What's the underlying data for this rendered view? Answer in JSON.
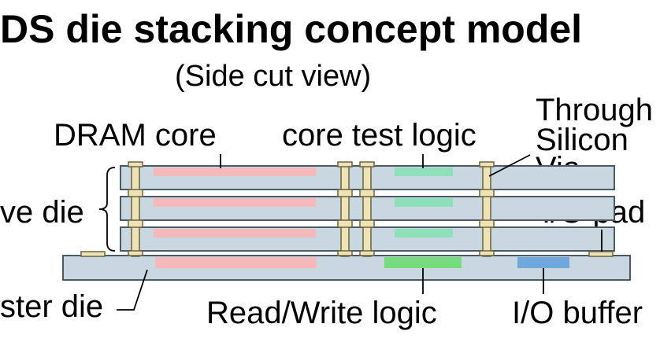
{
  "title": "DS die stacking concept model",
  "subtitle": "(Side cut view)",
  "labels": {
    "dram_core": "DRAM core",
    "core_test_logic": "core test logic",
    "tsv_line1": "Through",
    "tsv_line2": "Silicon",
    "tsv_line3": "Via",
    "slave_die": "ve die",
    "io_pad": "I/O pad",
    "master_die": "ster die",
    "read_write_logic": "Read/Write logic",
    "io_buffer": "I/O buffer"
  },
  "colors": {
    "die_fill": "#c9d7e1",
    "die_stroke": "#4a5a66",
    "dram_core": "#f6b9bb",
    "core_test_logic": "#8ee0bb",
    "read_write_logic": "#77dc7e",
    "io_buffer": "#6fa8dc",
    "tsv_fill": "#eee3b6",
    "tsv_stroke": "#6b6240"
  }
}
